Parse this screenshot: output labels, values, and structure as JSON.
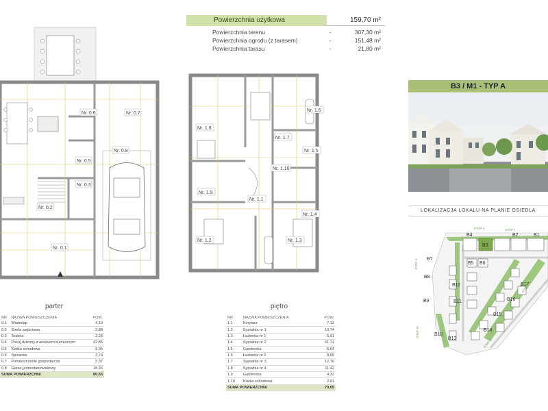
{
  "area_summary": {
    "usable_label": "Powierzchnia użytkowa",
    "usable_value": "159,70 m²",
    "rows": [
      {
        "name": "Powierzchnia terenu",
        "dash": "-",
        "value": "307,30 m²"
      },
      {
        "name": "Powierzchnia ogrodu (z tarasem)",
        "dash": "-",
        "value": "151,48 m²"
      },
      {
        "name": "Powierzchnia tarasu",
        "dash": "-",
        "value": "21,80 m²"
      }
    ]
  },
  "ground_floor": {
    "title": "parter",
    "labels": [
      "Nr. 0.6",
      "Nr. 0.7",
      "Nr. 0.8",
      "Nr. 0.5",
      "Nr. 0.3",
      "Nr. 0.2",
      "Nr. 0.1"
    ],
    "table": {
      "col_nr": "NR",
      "col_name": "NAZWA POMIESZCZENIA",
      "col_area": "POW.",
      "rows": [
        {
          "nr": "0.1",
          "name": "Wiatrołap",
          "area": "4,10"
        },
        {
          "nr": "0.2",
          "name": "Strefa wejściowa",
          "area": "2,88"
        },
        {
          "nr": "0.3",
          "name": "Toaleta",
          "area": "2,23"
        },
        {
          "nr": "0.4",
          "name": "Pokój dzienny z aneksem kuchennym",
          "area": "42,85"
        },
        {
          "nr": "0.5",
          "name": "Klatka schodowa",
          "area": "3,05"
        },
        {
          "nr": "0.6",
          "name": "Spiżarnia",
          "area": "2,74"
        },
        {
          "nr": "0.7",
          "name": "Pomieszczenie gospodarcze",
          "area": "3,37"
        },
        {
          "nr": "0.8",
          "name": "Garaż jednostanowiskowy",
          "area": "18,36"
        }
      ],
      "sum_label": "SUMA POWIERZCHNI",
      "sum_value": "80,65"
    }
  },
  "first_floor": {
    "title": "piętro",
    "labels": [
      "Nr. 1.8",
      "Nr. 1.7",
      "Nr. 1.6",
      "Nr. 1.5",
      "Nr. 1.10",
      "Nr. 1.9",
      "Nr. 1.1",
      "Nr. 1.4",
      "Nr. 1.2",
      "Nr. 1.3"
    ],
    "table": {
      "col_nr": "NR",
      "col_name": "NAZWA POMIESZCZENIA",
      "col_area": "POW.",
      "rows": [
        {
          "nr": "1.1",
          "name": "Korytarz",
          "area": "7,12"
        },
        {
          "nr": "1.2",
          "name": "Sypialnia nr 1",
          "area": "10,74"
        },
        {
          "nr": "1.3",
          "name": "Łazienka nr 1",
          "area": "5,91"
        },
        {
          "nr": "1.4",
          "name": "Sypialnia nr 2",
          "area": "11,74"
        },
        {
          "nr": "1.5",
          "name": "Garderoba",
          "area": "5,64"
        },
        {
          "nr": "1.6",
          "name": "Łazienka nr 2",
          "area": "8,65"
        },
        {
          "nr": "1.7",
          "name": "Sypialnia nr 3",
          "area": "12,70"
        },
        {
          "nr": "1.8",
          "name": "Sypialnia nr 4",
          "area": "11,42"
        },
        {
          "nr": "1.9",
          "name": "Garderoba",
          "area": "4,32"
        },
        {
          "nr": "1.10",
          "name": "Klatka schodowa",
          "area": "2,81"
        }
      ],
      "sum_label": "SUMA POWIERZCHNI",
      "sum_value": "79,05"
    }
  },
  "unit": {
    "type_label": "B3 / M1 - TYP A",
    "location_title": "LOKALIZACJA LOKALU NA PLANIE OSIEDLA"
  },
  "site_plan": {
    "buildings": [
      "B4",
      "B3",
      "B2",
      "B1",
      "B5",
      "B6",
      "B7",
      "B8",
      "B12",
      "B11",
      "B9",
      "B10",
      "B13",
      "B14",
      "B15",
      "B16",
      "B17"
    ],
    "stages": [
      "ETAP II",
      "ETAP I",
      "ETAP III",
      "ETAP IV",
      "ETAP V",
      "ETAP II"
    ],
    "highlight": "B3",
    "highlight_color": "#7fa84a",
    "green_color": "#8fbf6a"
  },
  "colors": {
    "accent": "#cfe0a8",
    "type_bar": "#a9bf78",
    "sum_row": "#dde7c4"
  }
}
